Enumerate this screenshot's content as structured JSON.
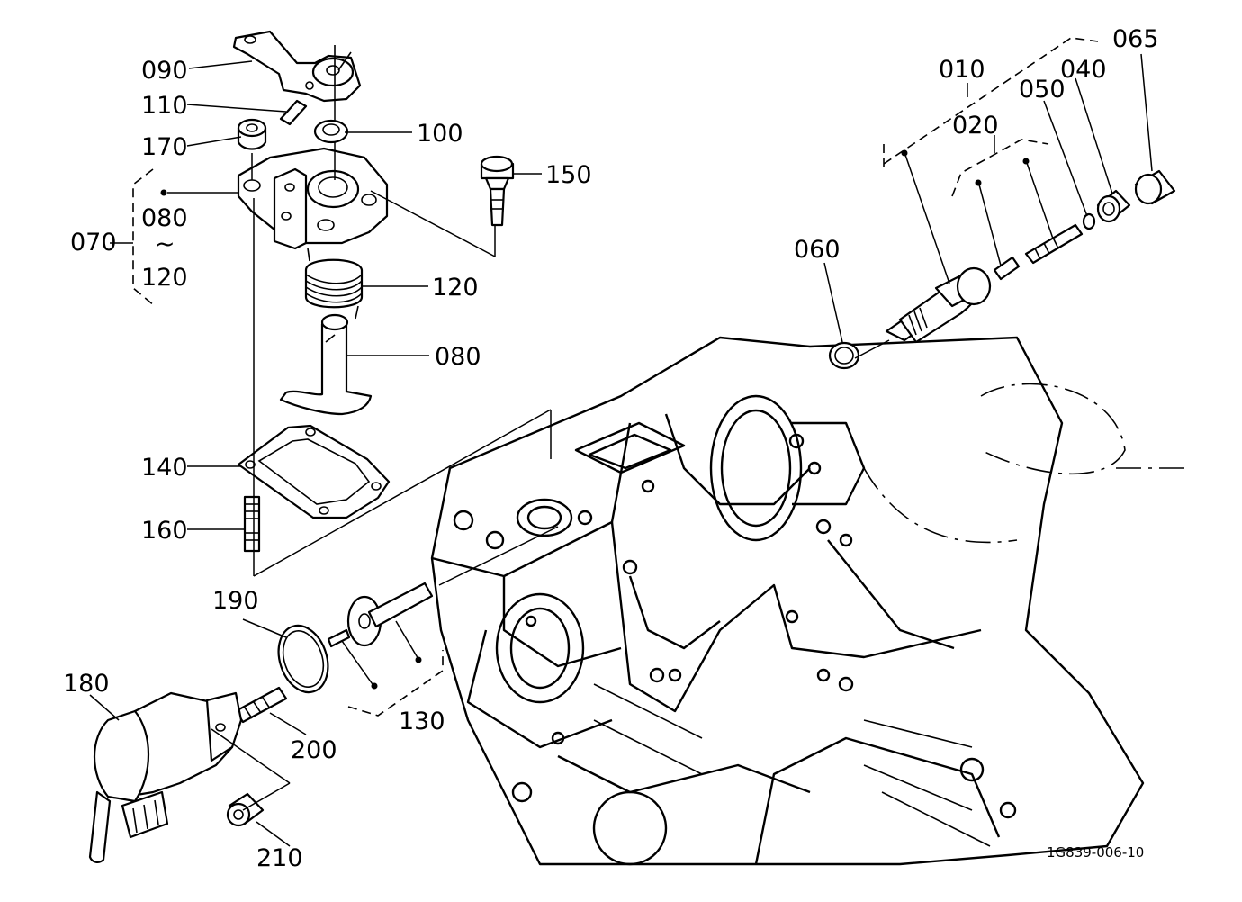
{
  "labels": {
    "p010": "010",
    "p020": "020",
    "p040": "040",
    "p050": "050",
    "p060": "060",
    "p065": "065",
    "p070": "070",
    "p080": "080",
    "p090": "090",
    "p100": "100",
    "p110": "110",
    "p120": "120",
    "p130": "130",
    "p140": "140",
    "p150": "150",
    "p160": "160",
    "p170": "170",
    "p180": "180",
    "p190": "190",
    "p200": "200",
    "p210": "210",
    "group_from": "080",
    "group_tilde": "~",
    "group_to": "120"
  },
  "drawing_code": "1G839-006-10"
}
